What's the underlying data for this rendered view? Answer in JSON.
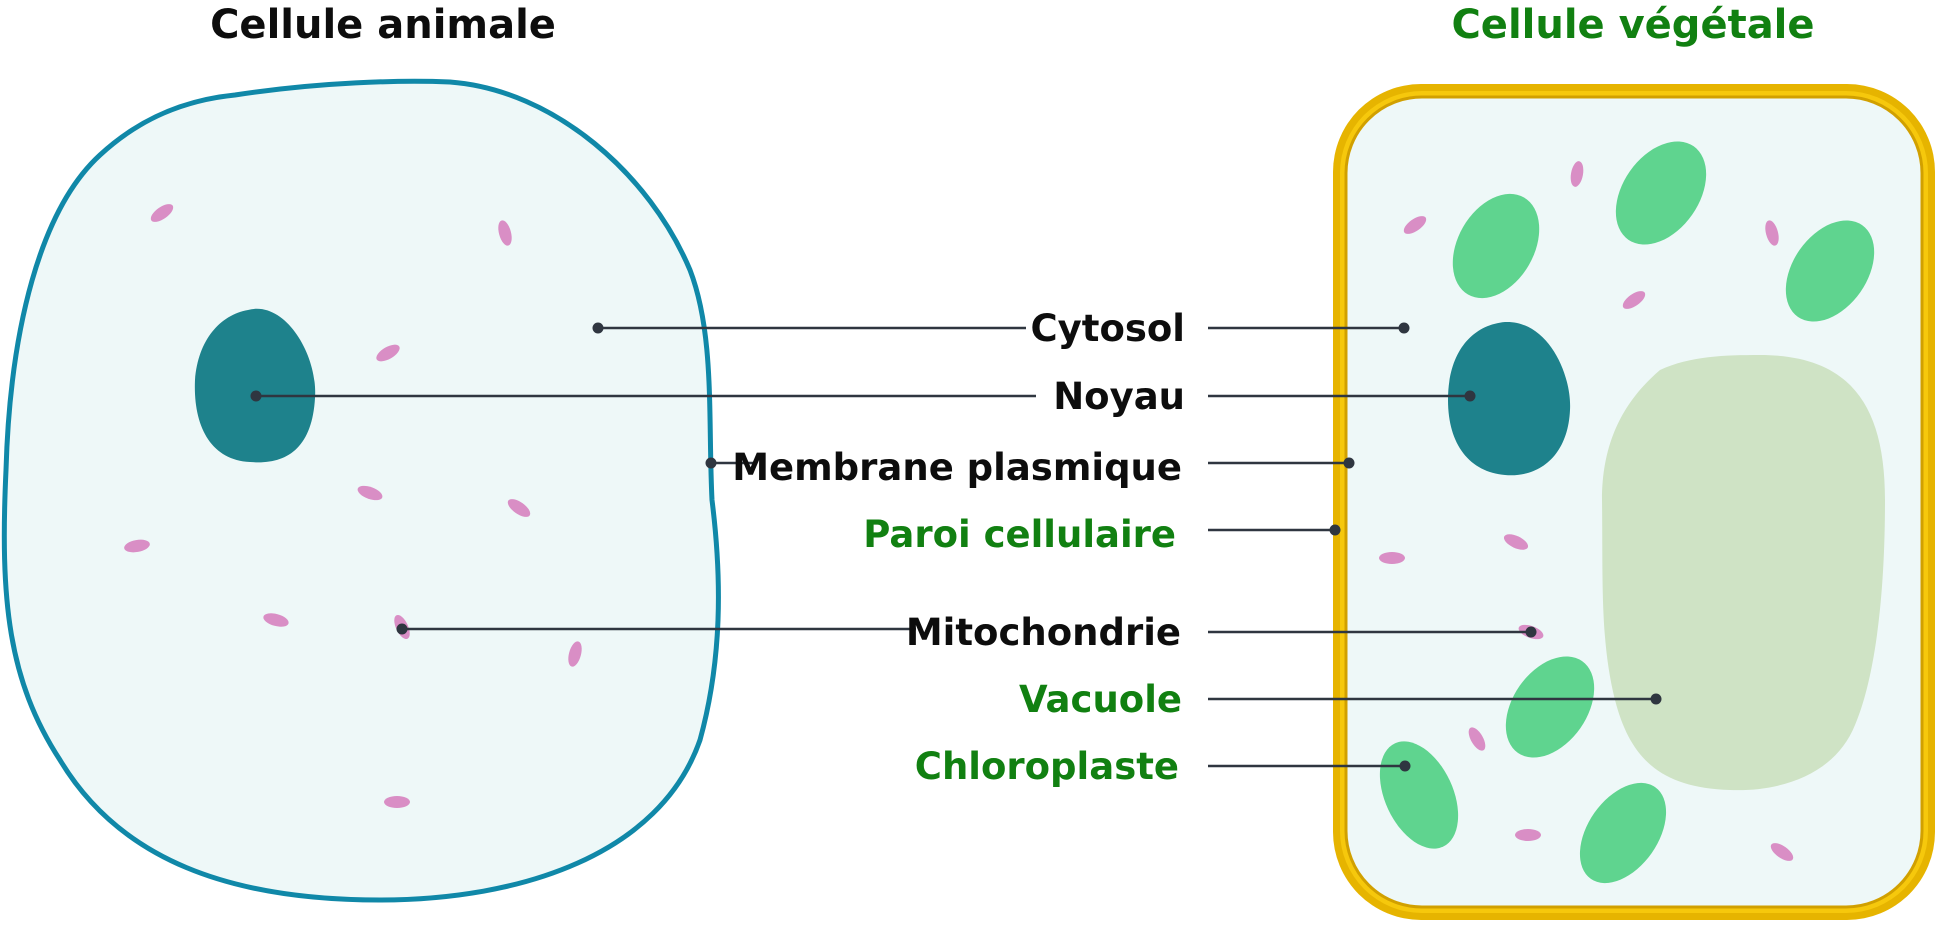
{
  "titles": {
    "animal": "Cellule animale",
    "plant": "Cellule végétale"
  },
  "labels": {
    "cytosol": "Cytosol",
    "noyau": "Noyau",
    "membrane": "Membrane plasmique",
    "paroi": "Paroi cellulaire",
    "mitochondrie": "Mitochondrie",
    "vacuole": "Vacuole",
    "chloroplaste": "Chloroplaste"
  },
  "colors": {
    "text_common": "#0d0d0d",
    "text_plant_only": "#118011",
    "leader_line": "#2f3640",
    "animal_membrane": "#1088a8",
    "cytoplasm": "#eef8f8",
    "nucleus": "#1e828c",
    "mitochondria": "#d98ec5",
    "chloroplast": "#5fd48f",
    "vacuole": "#cfe3c5",
    "cell_wall": "#e6b400",
    "cell_wall_light": "#f6c80c"
  }
}
